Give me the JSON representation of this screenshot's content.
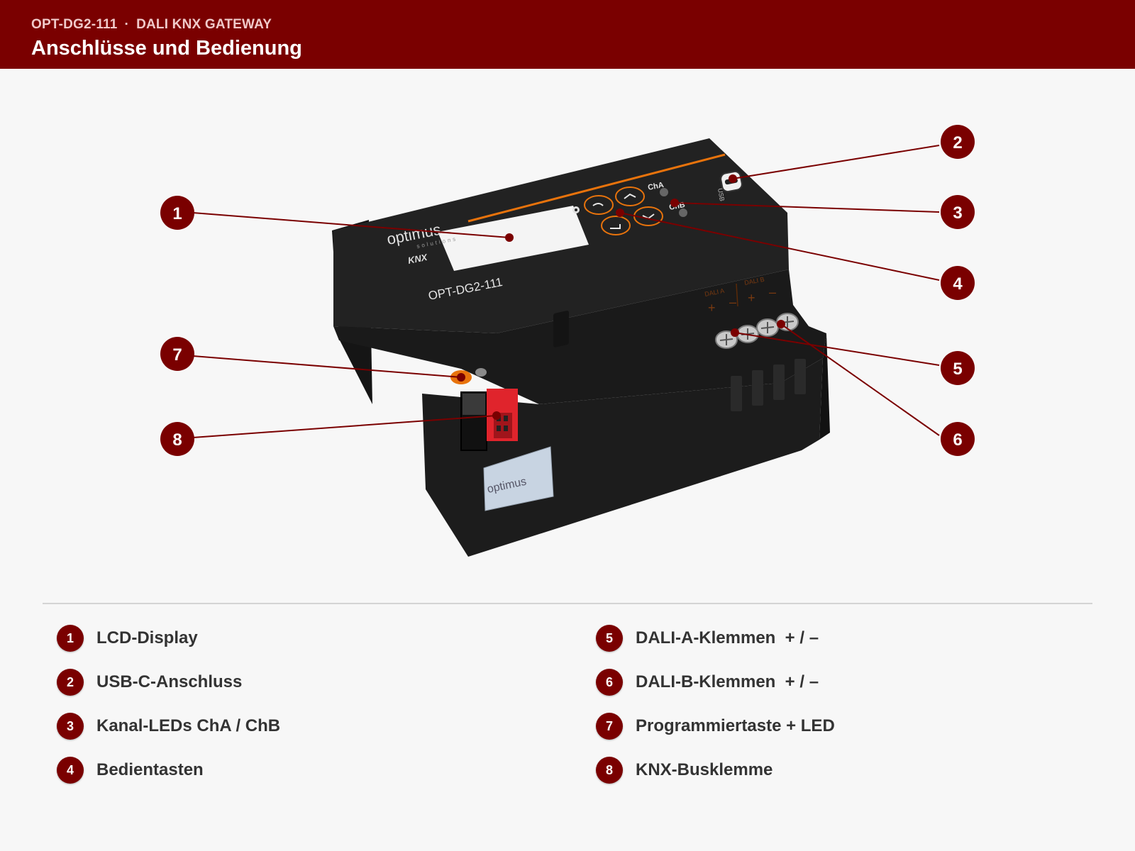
{
  "header": {
    "model": "OPT-DG2-111",
    "separator": "·",
    "product": "DALI KNX GATEWAY",
    "title": "Anschlüsse und Bedienung"
  },
  "device": {
    "brand": "optimus",
    "brand_sub": "solutions",
    "bus_logo": "KNX",
    "model_print": "OPT-DG2-111",
    "usb_label": "USB",
    "led_a": "ChA",
    "led_b": "ChB",
    "dali_a": "DALI A",
    "dali_b": "DALI B",
    "plus": "+",
    "minus": "–"
  },
  "callouts": [
    "1",
    "2",
    "3",
    "4",
    "5",
    "6",
    "7",
    "8"
  ],
  "legend": [
    {
      "num": "1",
      "label": "LCD-Display"
    },
    {
      "num": "2",
      "label": "USB-C-Anschluss"
    },
    {
      "num": "3",
      "label": "Kanal-LEDs ChA / ChB"
    },
    {
      "num": "4",
      "label": "Bedientasten"
    },
    {
      "num": "5",
      "label": "DALI-A-Klemmen  + / –"
    },
    {
      "num": "6",
      "label": "DALI-B-Klemmen  + / –"
    },
    {
      "num": "7",
      "label": "Programmiertaste + LED"
    },
    {
      "num": "8",
      "label": "KNX-Busklemme"
    }
  ],
  "colors": {
    "accent": "#7a0000",
    "device_body": "#1f1f1f",
    "orange": "#e8730c",
    "terminal_red": "#e0242c"
  }
}
